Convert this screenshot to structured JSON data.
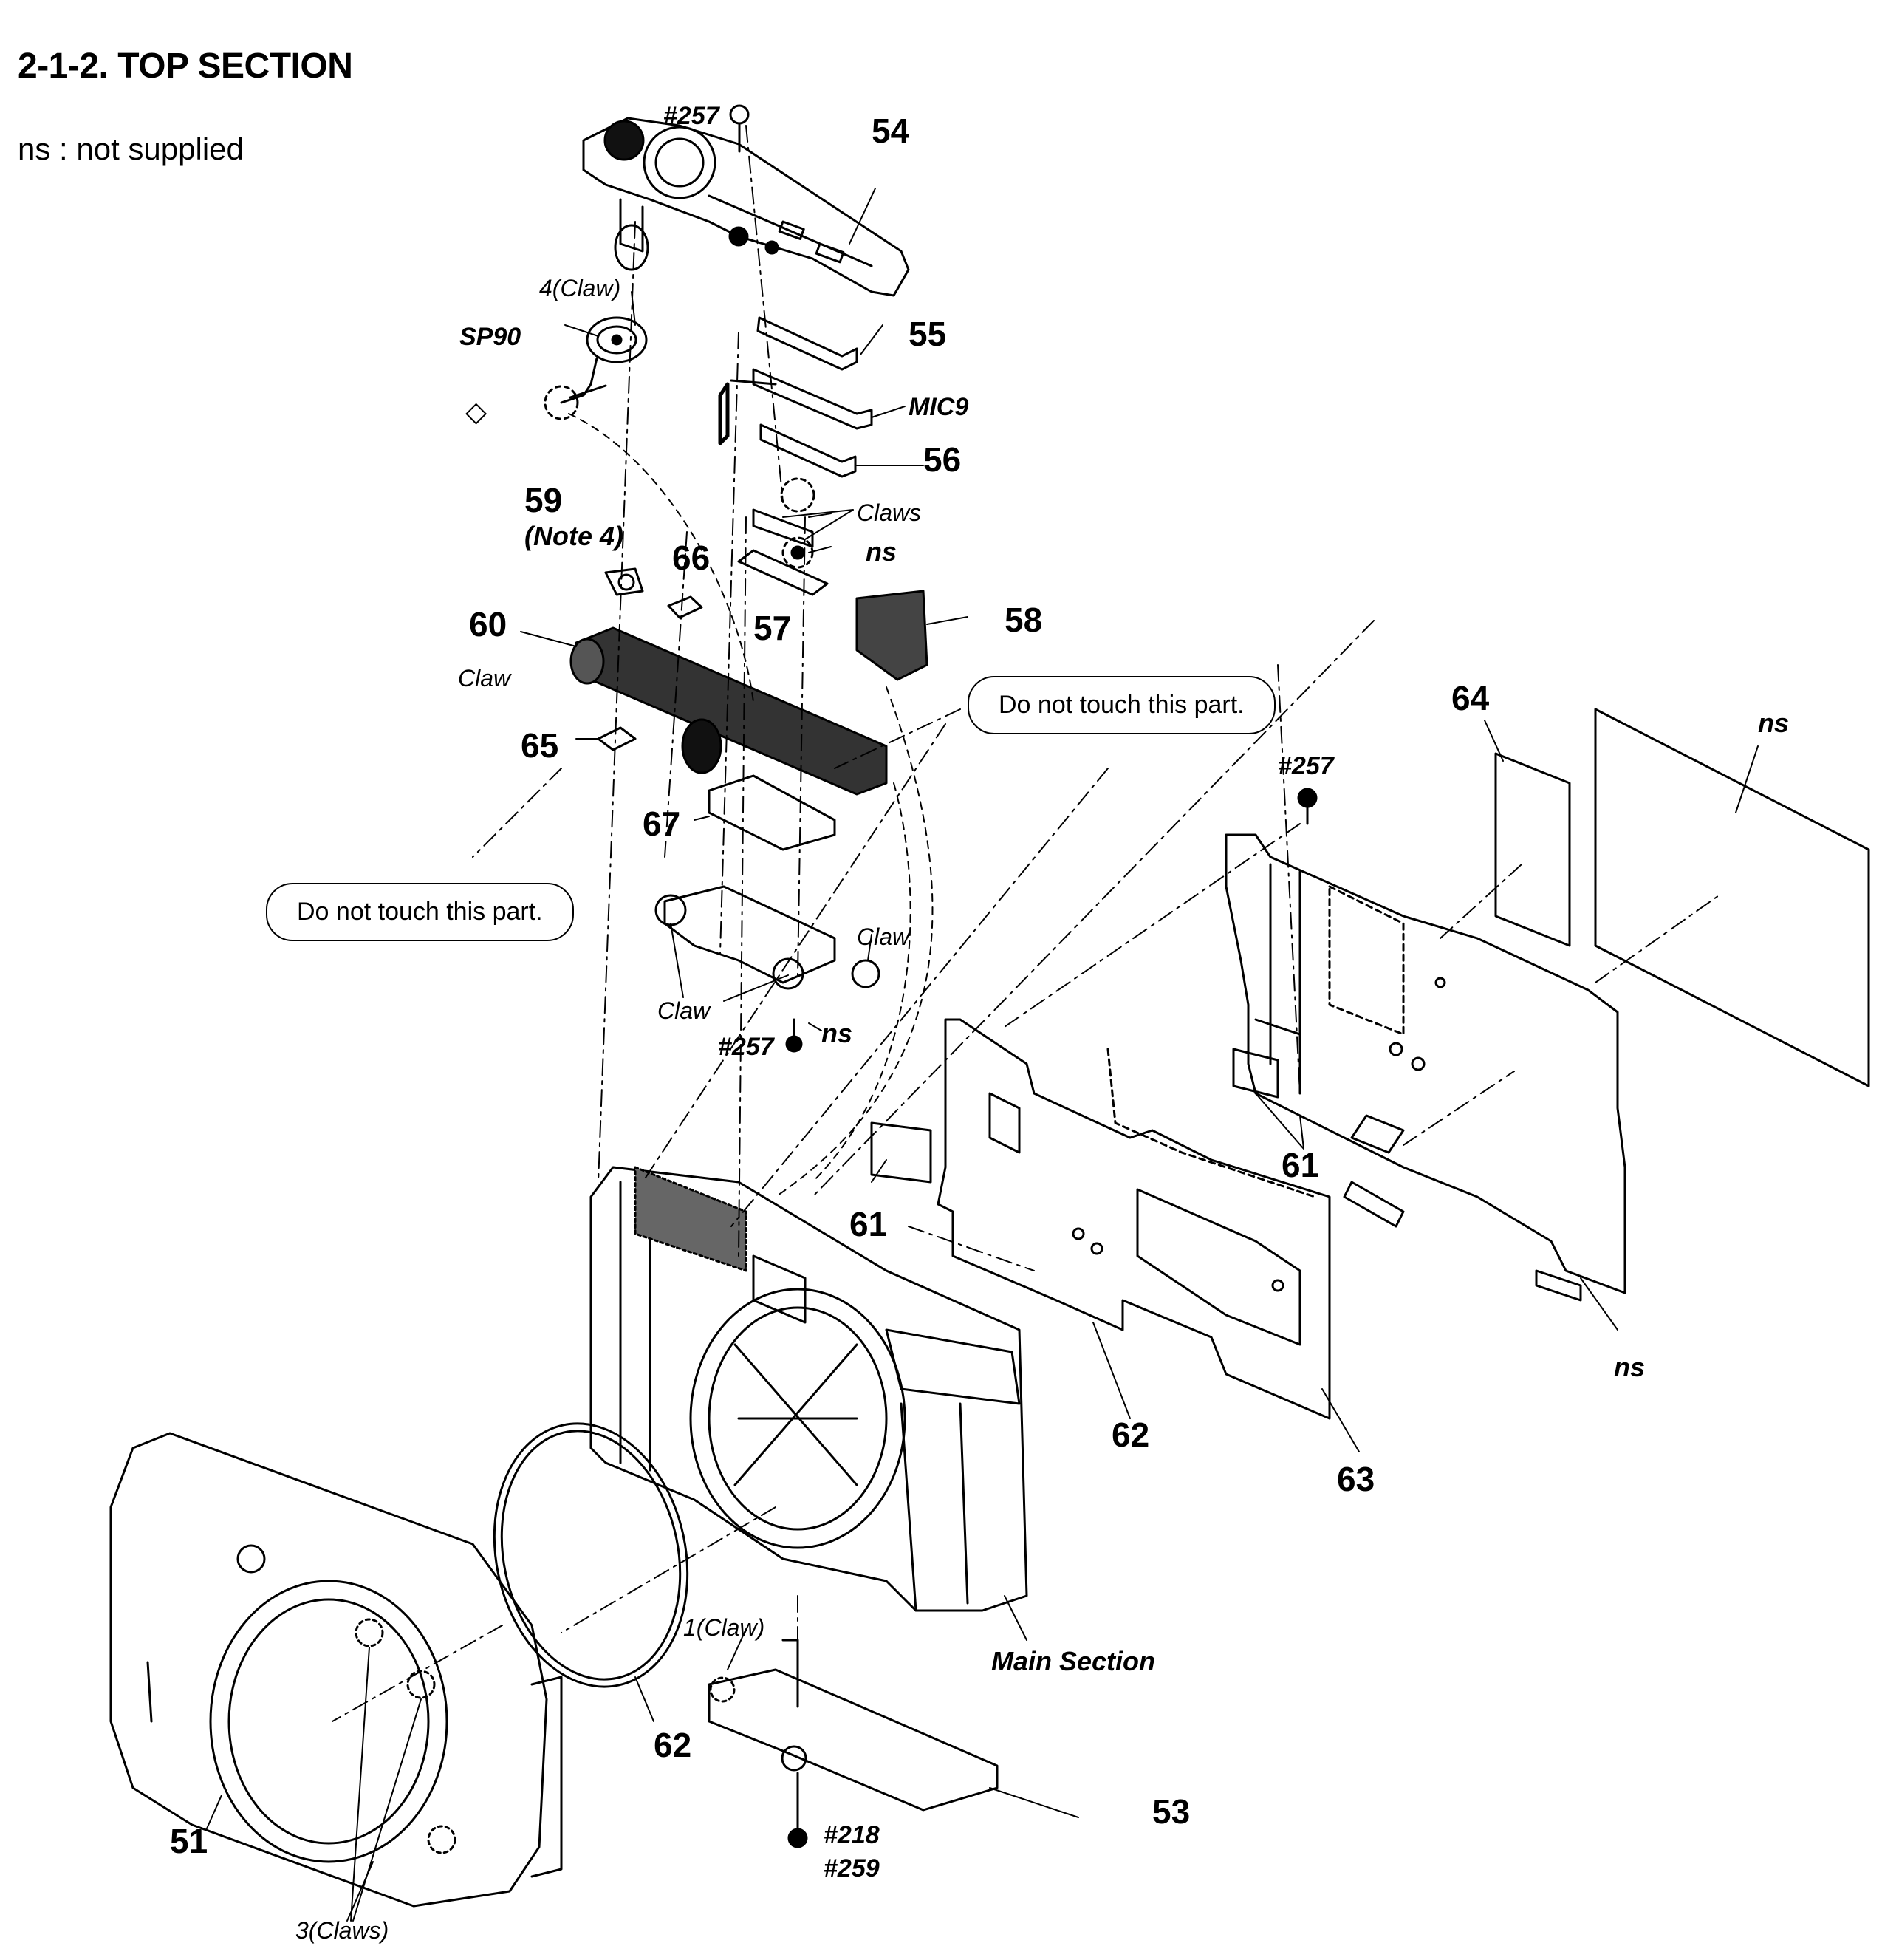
{
  "title": "2-1-2. TOP SECTION",
  "legend": "ns : not supplied",
  "callouts": {
    "p54": "54",
    "p55": "55",
    "mic9": "MIC9",
    "p56": "56",
    "sp90": "SP90",
    "p59": "59",
    "note4": "(Note 4)",
    "p66": "66",
    "p60": "60",
    "p57": "57",
    "p58": "58",
    "p65": "65",
    "p67": "67",
    "p64": "64",
    "p61a": "61",
    "p61b": "61",
    "p62a": "62",
    "p62b": "62",
    "p63": "63",
    "p51": "51",
    "p53": "53",
    "claws_top": "4(Claw)",
    "claws_mid": "Claws",
    "claw_left": "Claw",
    "claw_r": "Claw",
    "claw_l": "Claw",
    "claw_front": "1(Claw)",
    "claws_bottom": "3(Claws)",
    "ns1": "ns",
    "ns2": "ns",
    "ns3": "ns",
    "ns4": "ns",
    "s257a": "#257",
    "s257b": "#257",
    "s257c": "#257",
    "s218": "#218",
    "s259": "#259",
    "main_section": "Main Section",
    "diamond": "◇"
  },
  "warnings": {
    "right": "Do not touch this part.",
    "left": "Do not touch this part."
  }
}
